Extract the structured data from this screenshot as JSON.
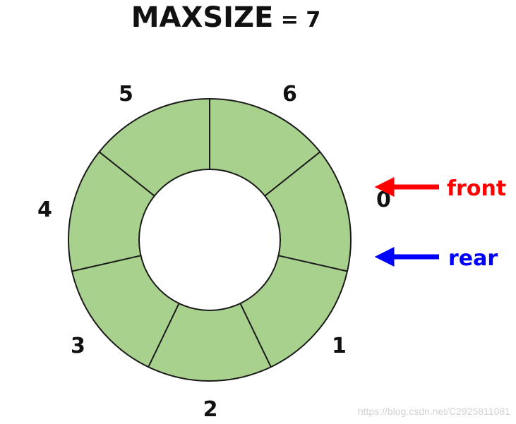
{
  "title": {
    "main": "MAXSIZE",
    "rest": " = 7"
  },
  "queue": {
    "slot_count": 7,
    "slot_labels": [
      "0",
      "1",
      "2",
      "3",
      "4",
      "5",
      "6"
    ],
    "fill_color": "#a9d18e",
    "stroke_color": "#1a1a1a"
  },
  "pointers": {
    "front": {
      "label": "front",
      "color": "#ff0000",
      "slot": 0
    },
    "rear": {
      "label": "rear",
      "color": "#0000ff",
      "slot": 0
    }
  },
  "watermark": "https://blog.csdn.net/C2925811081"
}
